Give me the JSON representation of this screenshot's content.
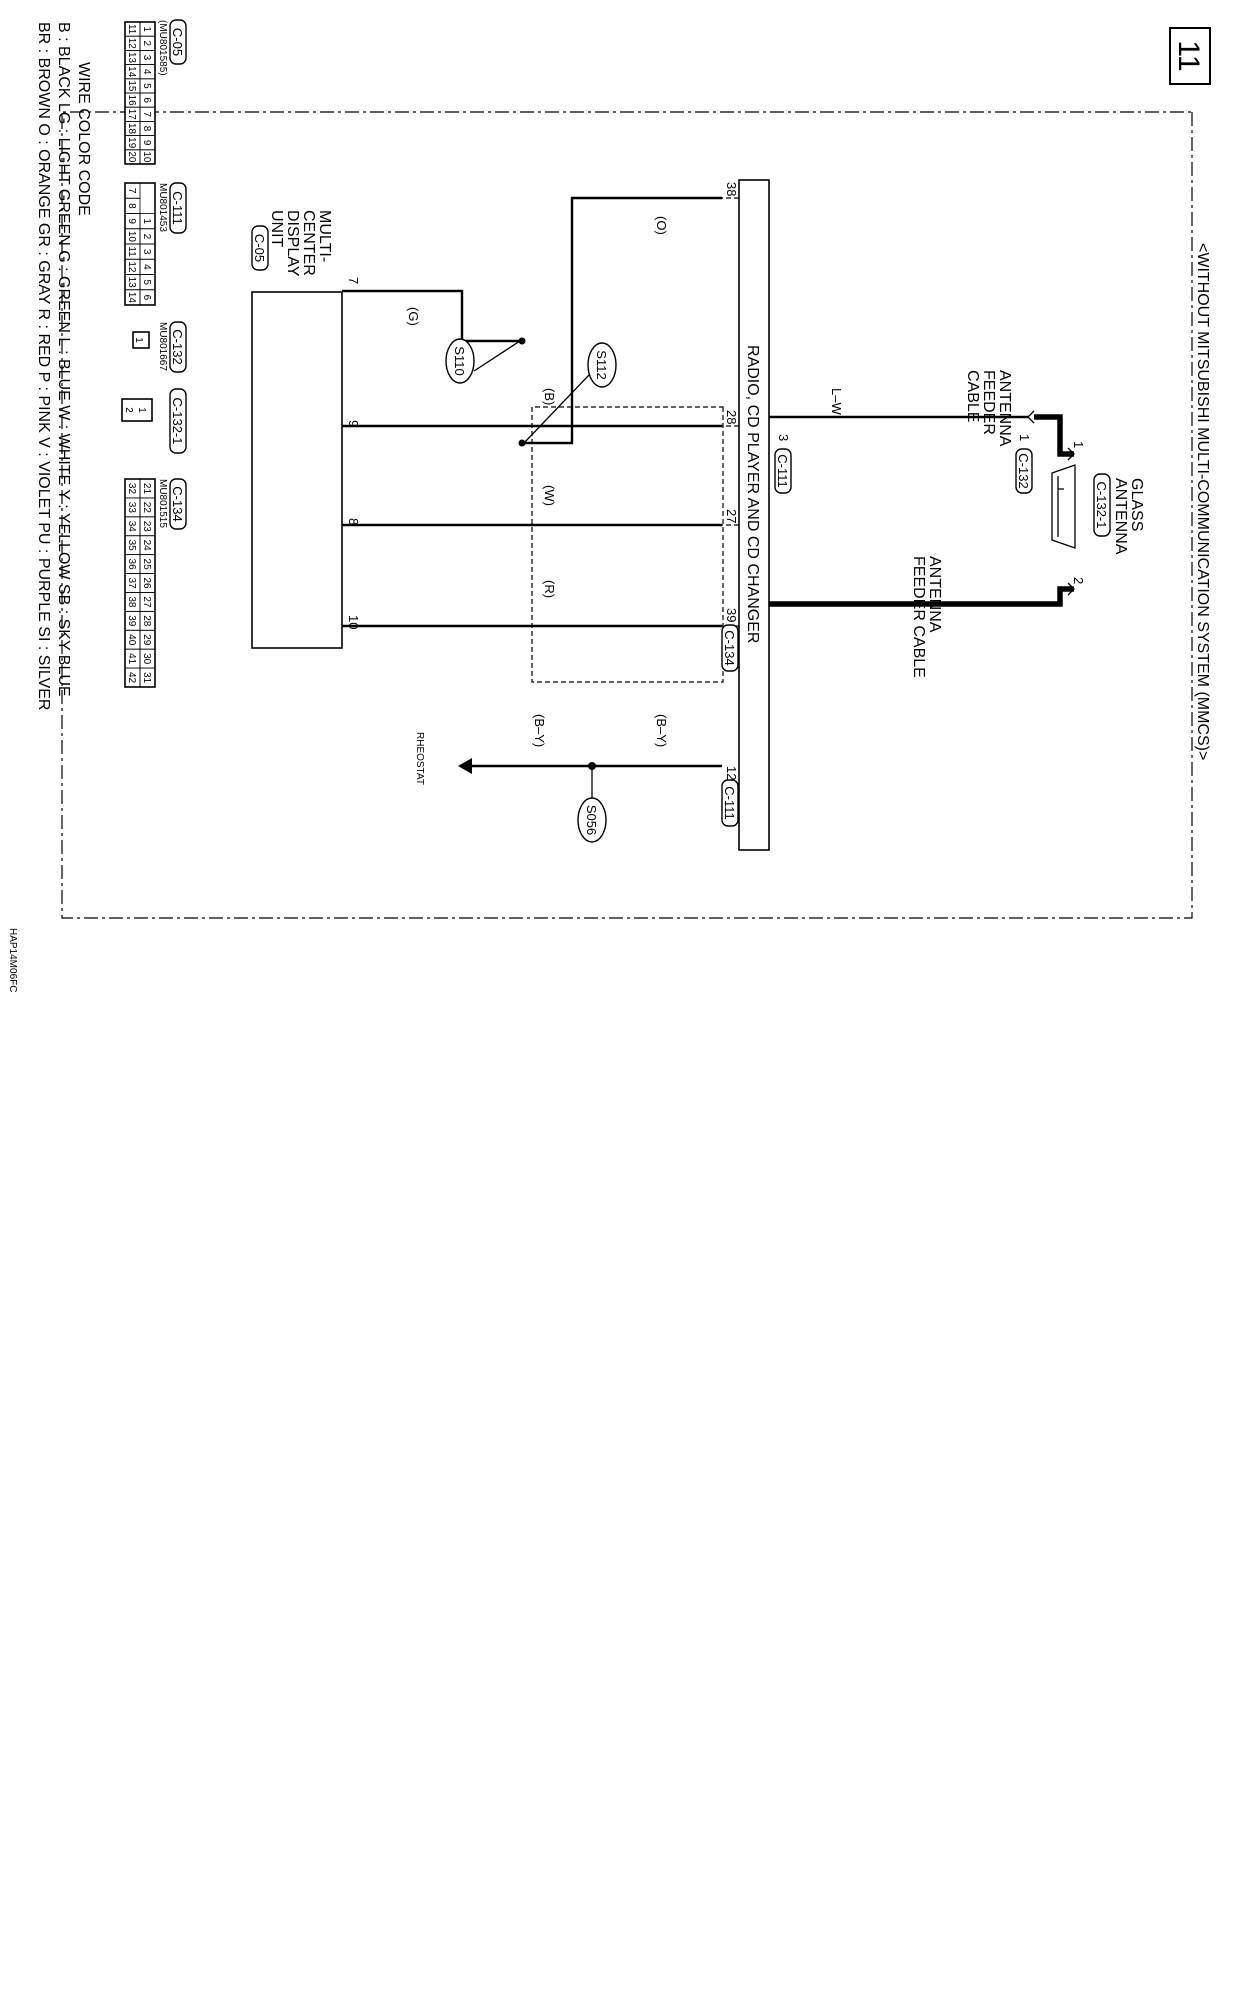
{
  "page_number": "11",
  "system_title": "<WITHOUT MITSUBISHI MULTI-COMMUNICATION SYSTEM (MMCS)>",
  "components": {
    "radio": "RADIO, CD PLAYER AND CD CHANGER",
    "display_unit": [
      "MULTI-",
      "CENTER",
      "DISPLAY",
      "UNIT"
    ],
    "display_unit_connector": "C-05",
    "glass_antenna": [
      "GLASS",
      "ANTENNA"
    ],
    "glass_antenna_connector": "C-132-1",
    "feeder_cable_1": [
      "ANTENNA",
      "FEEDER",
      "CABLE"
    ],
    "feeder_cable_2": [
      "ANTENNA",
      "FEEDER CABLE"
    ],
    "rheostat": "RHEOSTAT"
  },
  "pins": {
    "radio": [
      "38",
      "28",
      "27",
      "39",
      "12",
      "3"
    ],
    "display": [
      "7",
      "9",
      "8",
      "10"
    ],
    "antenna": [
      "1",
      "2"
    ],
    "c132": "1"
  },
  "connectors": {
    "c111": "C-111",
    "c132": "C-132",
    "c134": "C-134",
    "c111b": "C-111"
  },
  "wires": {
    "o": "(O)",
    "g": "(G)",
    "b": "(B)",
    "w": "(W)",
    "r": "(R)",
    "by1": "(B–Y)",
    "by2": "(B–Y)",
    "lw": "L–W"
  },
  "splices": [
    "S110",
    "S112",
    "S056"
  ],
  "connector_views": [
    {
      "id": "C-05",
      "part": "(MU801585)",
      "row1": [
        "1",
        "2",
        "3",
        "4",
        "5",
        "6",
        "7",
        "8",
        "9",
        "10"
      ],
      "row2": [
        "11",
        "12",
        "13",
        "14",
        "15",
        "16",
        "17",
        "18",
        "19",
        "20"
      ]
    },
    {
      "id": "C-111",
      "part": "MU801453",
      "row1": [
        "1",
        "2",
        "3",
        "4",
        "5",
        "6"
      ],
      "row2": [
        "7",
        "8",
        "9",
        "10",
        "11",
        "12",
        "13",
        "14"
      ]
    },
    {
      "id": "C-132",
      "part": "MU801667",
      "row1": [
        "1"
      ],
      "row2": []
    },
    {
      "id": "C-132-1",
      "part": "",
      "row1": [
        "1",
        "2"
      ],
      "row2": []
    },
    {
      "id": "C-134",
      "part": "MU801515",
      "row1": [
        "21",
        "22",
        "23",
        "24",
        "25",
        "26",
        "27",
        "28",
        "29",
        "30",
        "31"
      ],
      "row2": [
        "32",
        "33",
        "34",
        "35",
        "36",
        "37",
        "38",
        "39",
        "40",
        "41",
        "42"
      ]
    }
  ],
  "wire_color_code": {
    "title": "WIRE COLOR CODE",
    "rows": [
      "B : BLACK   LG : LIGHT GREEN   G : GREEN   L : BLUE   W : WHITE   Y : YELLOW   SB : SKY BLUE",
      "BR : BROWN   O : ORANGE   GR : GRAY   R : RED   P : PINK   V : VIOLET   PU : PURPLE   SI : SILVER"
    ]
  },
  "drawing_code": "HAP14M06FC"
}
